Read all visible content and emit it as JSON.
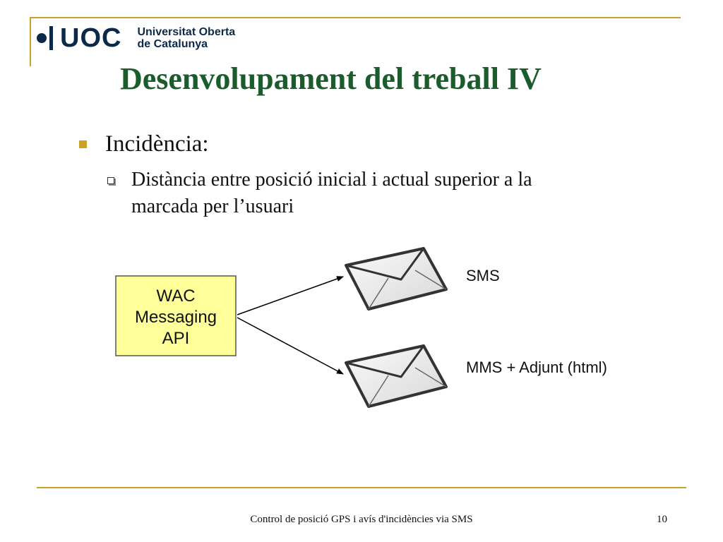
{
  "logo": {
    "short": "UOC",
    "name_line1": "Universitat Oberta",
    "name_line2": "de Catalunya"
  },
  "slide": {
    "title": "Desenvolupament del treball IV",
    "bullet1": "Incidència:",
    "bullet2_line1": "Distància entre posició inicial i actual superior a la",
    "bullet2_line2": "marcada per l’usuari"
  },
  "diagram": {
    "source_box": {
      "lines": [
        "WAC",
        "Messaging",
        "API"
      ],
      "fill": "#ffff99"
    },
    "targets": [
      {
        "label": "SMS"
      },
      {
        "label": "MMS + Adjunt (html)"
      }
    ]
  },
  "footer": {
    "text": "Control de posició GPS i avís d'incidències via SMS",
    "page_number": "10"
  },
  "colors": {
    "title": "#1a5c2c",
    "accent": "#c9a227",
    "logo": "#0b2a4a"
  }
}
